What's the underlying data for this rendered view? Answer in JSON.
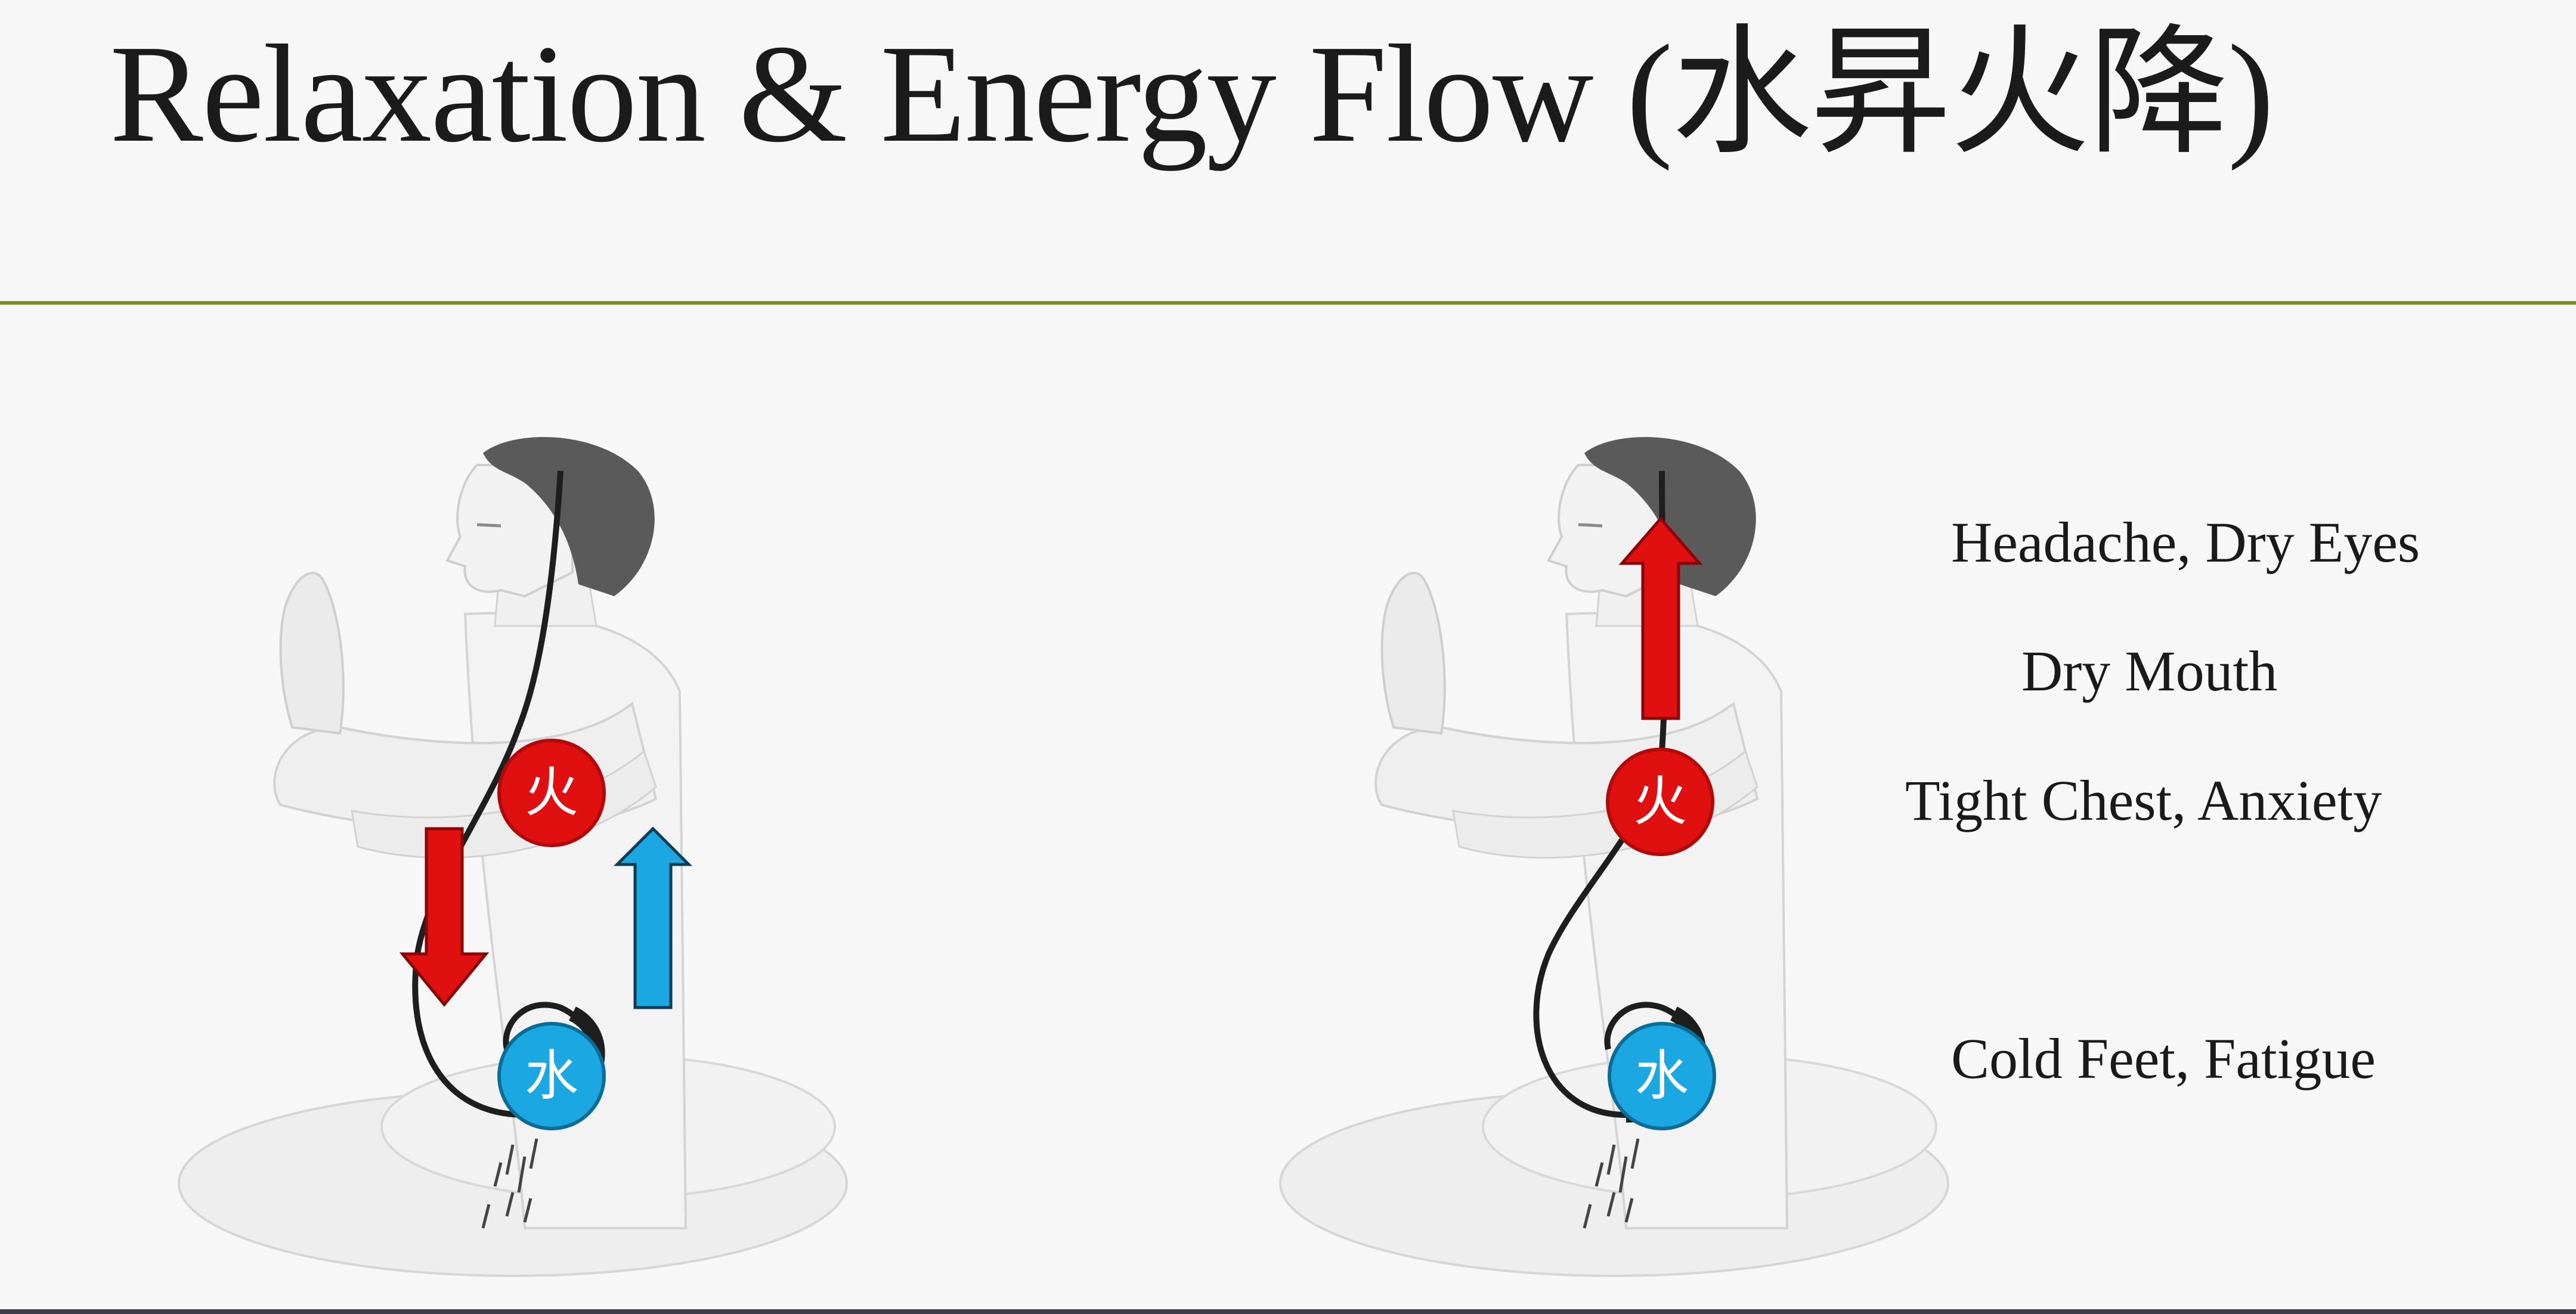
{
  "slide": {
    "title": "Relaxation & Energy Flow (水昇火降)"
  },
  "figures": {
    "left": {
      "fire_label": "火",
      "water_label": "水"
    },
    "right": {
      "fire_label": "火",
      "water_label": "水"
    }
  },
  "symptoms": [
    "Headache, Dry Eyes",
    "Dry Mouth",
    "Tight Chest, Anxiety",
    "Cold Feet, Fatigue"
  ],
  "colors": {
    "fire": "#e01010",
    "water": "#1ba7e2",
    "rule": "#7f8a2a",
    "hair": "#5a5a5a"
  }
}
